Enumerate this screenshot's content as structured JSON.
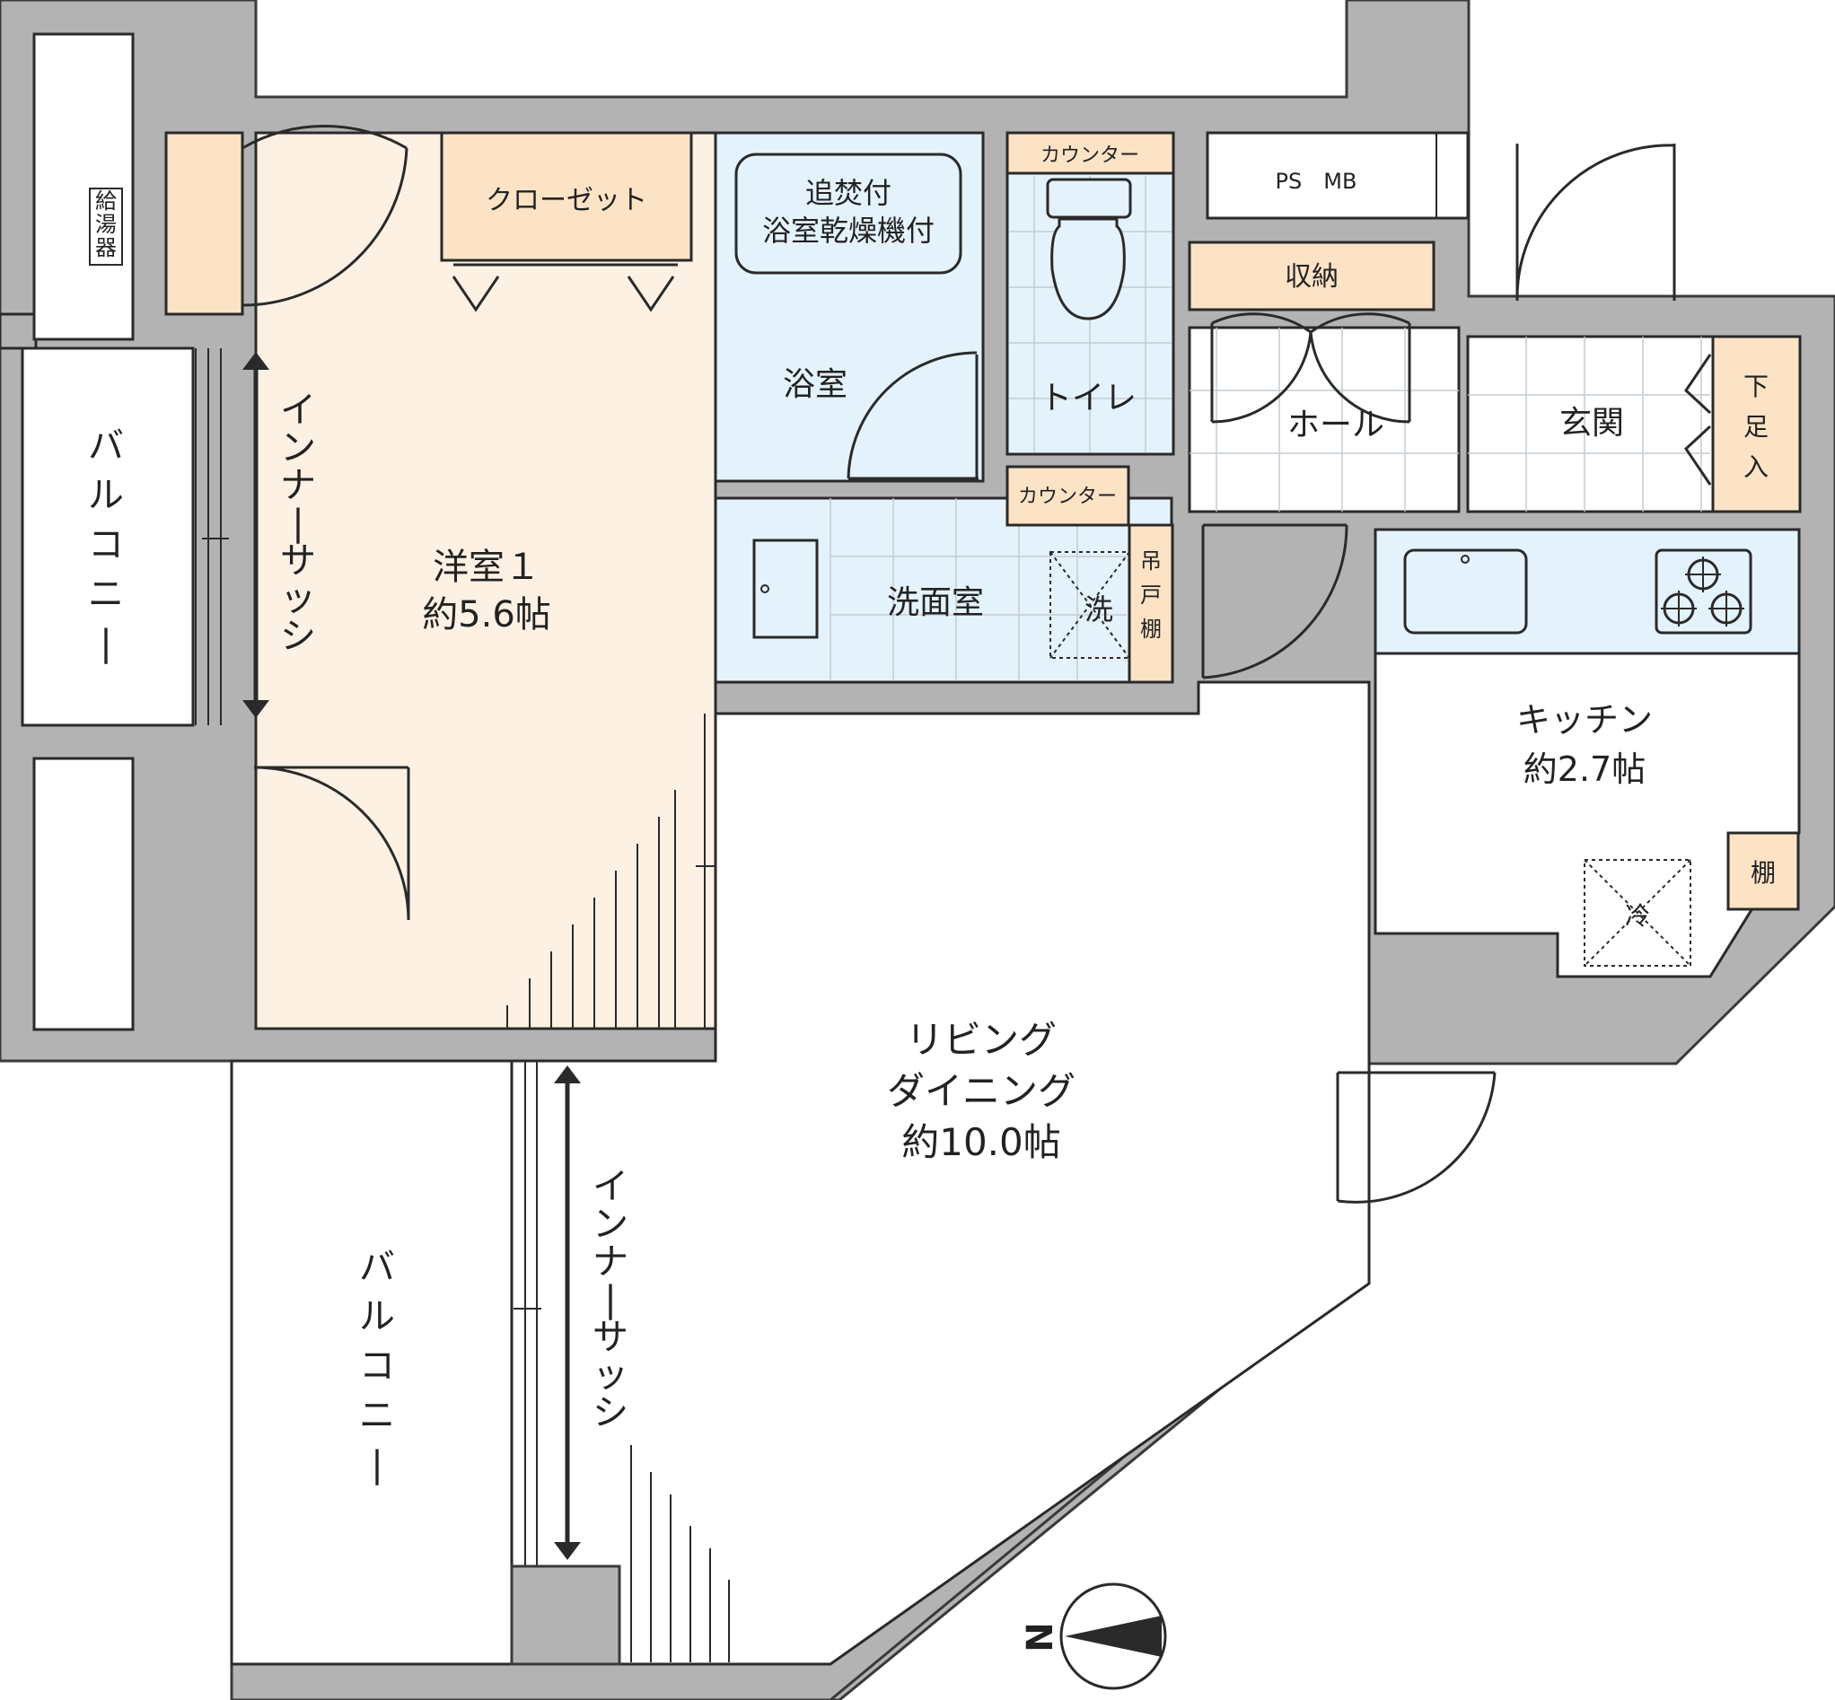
{
  "colors": {
    "wall": "#b3b3b3",
    "western_room": "#fdf1e4",
    "storage": "#fce3c6",
    "wet_area": "#e4f2fb",
    "outline": "#2a2a2a"
  },
  "rooms": {
    "western1": {
      "name": "洋室１",
      "area": "約5.6帖"
    },
    "ldk": {
      "name_line1": "リビング",
      "name_line2": "ダイニング",
      "area": "約10.0帖"
    },
    "kitchen": {
      "name": "キッチン",
      "area": "約2.7帖"
    },
    "bathroom": {
      "name": "浴室"
    },
    "bath_feature": {
      "line1": "追焚付",
      "line2": "浴室乾燥機付"
    },
    "washroom": {
      "name": "洗面室"
    },
    "toilet": {
      "name": "トイレ"
    },
    "hall": {
      "name": "ホール"
    },
    "entrance": {
      "name": "玄関"
    }
  },
  "labels": {
    "closet": "クローゼット",
    "storage": "収納",
    "counter_toilet": "カウンター",
    "counter_wash": "カウンター",
    "ps_mb": "PS　MB",
    "water_heater": "給湯器",
    "hanging_shelf": "吊戸棚",
    "washer": "洗",
    "shoe_box": "下足入",
    "shelf": "棚",
    "fridge": "冷",
    "inner_sash_upper": "インナーサッシ",
    "inner_sash_lower": "インナーサッシ",
    "balcony_upper": "バルコニー",
    "balcony_lower": "バルコニー",
    "compass_north": "N"
  },
  "icons": [
    "water-heater",
    "bathtub",
    "toilet",
    "washbasin",
    "washing-machine",
    "sink",
    "stove-burners",
    "refrigerator",
    "compass"
  ]
}
